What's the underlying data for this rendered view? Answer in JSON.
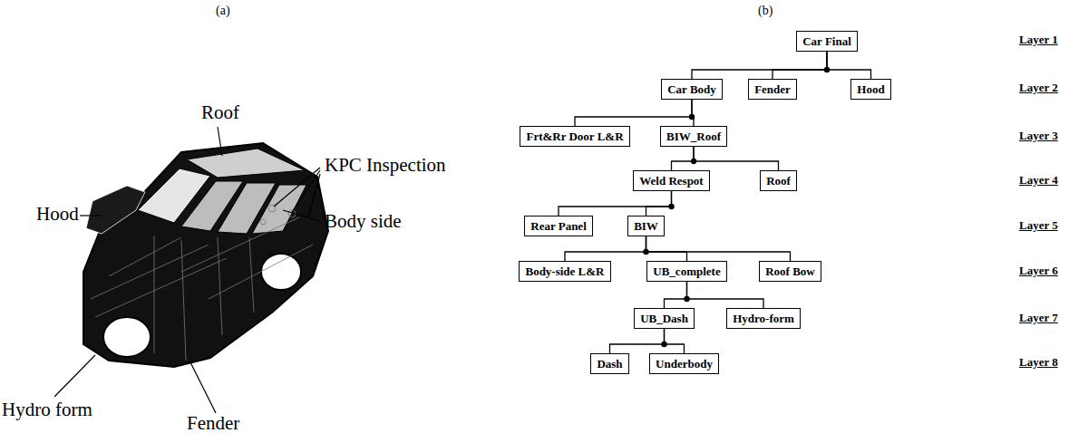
{
  "diagram": {
    "nodes": [
      {
        "text": [
          "Car Final"
        ]
      },
      {
        "text": [
          "Car Body"
        ]
      },
      {
        "text": [
          "Fender"
        ]
      },
      {
        "text": [
          "Hood"
        ]
      },
      {
        "text": [
          "Frt&Rr Door L&R"
        ]
      },
      {
        "text": [
          "BIW_Roof"
        ]
      },
      {
        "text": [
          "Weld Respot"
        ]
      },
      {
        "text": [
          "Roof"
        ]
      },
      {
        "text": [
          "Rear Panel"
        ]
      },
      {
        "text": [
          "BIW"
        ]
      },
      {
        "text": [
          "Body-side L&R"
        ]
      },
      {
        "text": [
          "UB_complete"
        ]
      },
      {
        "text": [
          "Roof Bow"
        ]
      },
      {
        "text": [
          "UB_Dash"
        ]
      },
      {
        "text": [
          "Hydro-form"
        ]
      },
      {
        "text": [
          "Dash"
        ]
      },
      {
        "text": [
          "Underbody"
        ]
      }
    ],
    "edges": [
      {
        "from": 0,
        "to": 1,
        "arrow": "none"
      },
      {
        "from": 0,
        "to": 2,
        "arrow": "none"
      },
      {
        "from": 0,
        "to": 3,
        "arrow": "none"
      },
      {
        "from": 1,
        "to": 4,
        "arrow": "none"
      },
      {
        "from": 1,
        "to": 5,
        "arrow": "none"
      },
      {
        "from": 5,
        "to": 6,
        "arrow": "none"
      },
      {
        "from": 5,
        "to": 7,
        "arrow": "none"
      },
      {
        "from": 6,
        "to": 8,
        "arrow": "none"
      },
      {
        "from": 6,
        "to": 9,
        "arrow": "none"
      },
      {
        "from": 9,
        "to": 10,
        "arrow": "none"
      },
      {
        "from": 9,
        "to": 11,
        "arrow": "none"
      },
      {
        "from": 9,
        "to": 12,
        "arrow": "none"
      },
      {
        "from": 11,
        "to": 13,
        "arrow": "none"
      },
      {
        "from": 11,
        "to": 14,
        "arrow": "none"
      },
      {
        "from": 13,
        "to": 15,
        "arrow": "none"
      },
      {
        "from": 13,
        "to": 16,
        "arrow": "none"
      }
    ],
    "labels": [
      "(a)",
      "(b)",
      "Layer 1",
      "Layer 2",
      "Layer 3",
      "Layer 4",
      "Layer 5",
      "Layer 6",
      "Layer 7",
      "Layer 8",
      "Hood",
      "Roof",
      "KPC Inspection",
      "Body side",
      "Hydro form",
      "Fender"
    ]
  }
}
